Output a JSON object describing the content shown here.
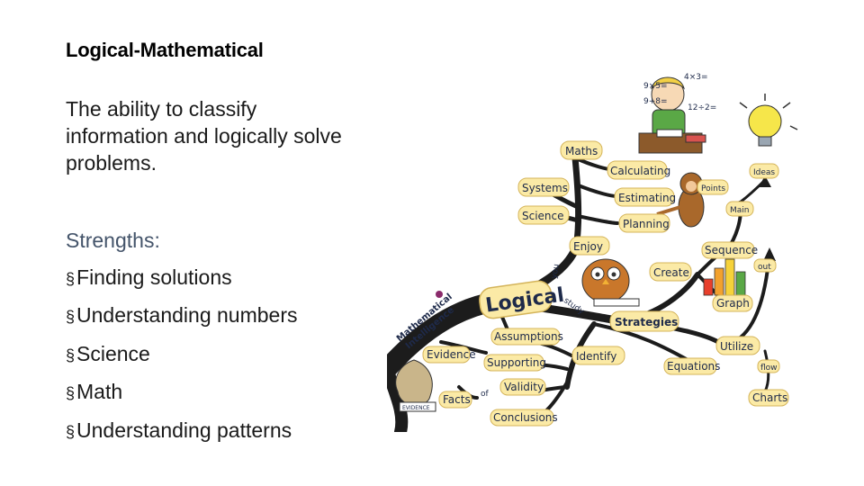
{
  "slide": {
    "title": "Logical-Mathematical",
    "description": "The ability to classify information and logically solve problems.",
    "strengths_heading": "Strengths:",
    "bullet_glyph": "§",
    "strengths": [
      "Finding solutions",
      "Understanding numbers",
      "Science",
      "Math",
      "Understanding patterns"
    ]
  },
  "mind_map": {
    "center": "Logical",
    "trunk_label_1": "Mathematical",
    "trunk_label_2": "Intelligence",
    "evidence_bag": "EVIDENCE",
    "branches": {
      "maths": "Maths",
      "systems": "Systems",
      "science": "Science",
      "calculating": "Calculating",
      "estimating": "Estimating",
      "planning": "Planning",
      "enjoy": "Enjoy",
      "you": "you",
      "study": "study",
      "strategies": "Strategies",
      "create": "Create",
      "sequence": "Sequence",
      "graph": "Graph",
      "points": "Points",
      "main": "Main",
      "ideas": "Ideas",
      "out": "out",
      "utilize": "Utilize",
      "equations": "Equations",
      "flow": "flow",
      "charts": "Charts",
      "identify": "Identify",
      "assumptions": "Assumptions",
      "evidence": "Evidence",
      "supporting": "Supporting",
      "validity": "Validity",
      "facts": "Facts",
      "of": "of",
      "conclusions": "Conclusions"
    },
    "colors": {
      "branch": "#1c1c1c",
      "label_bg": "#fbeaa6",
      "label_border": "#d4b45a",
      "label_text": "#1e2a4a"
    }
  }
}
